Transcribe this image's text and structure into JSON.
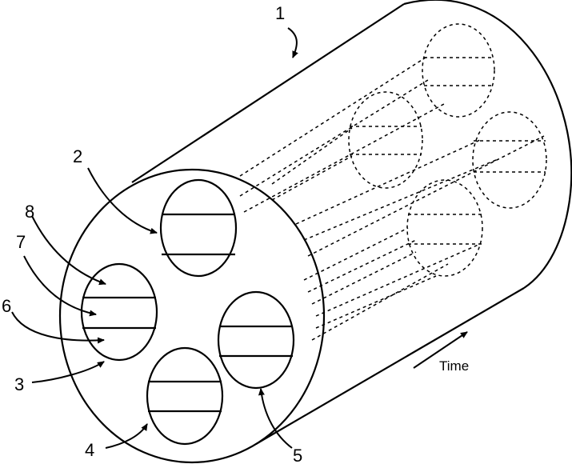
{
  "labels": {
    "l1": "1",
    "l2": "2",
    "l3": "3",
    "l4": "4",
    "l5": "5",
    "l6": "6",
    "l7": "7",
    "l8": "8"
  },
  "time_label": "Time",
  "colors": {
    "ink": "#000000",
    "paper": "#ffffff"
  }
}
